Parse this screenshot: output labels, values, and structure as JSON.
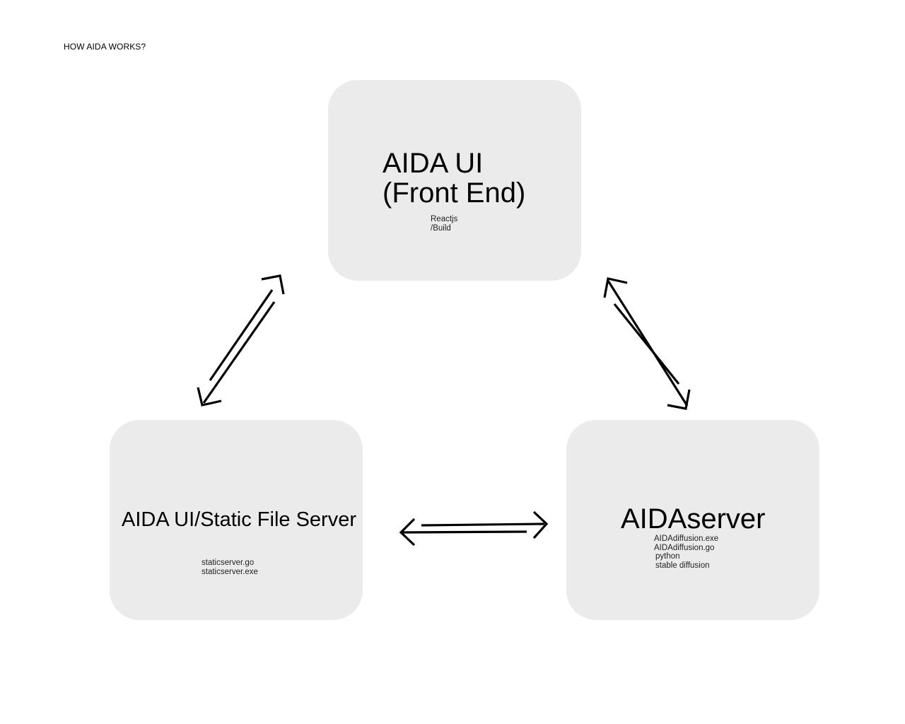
{
  "page": {
    "title": "HOW AIDA WORKS?"
  },
  "nodes": {
    "frontend": {
      "title_lines": [
        "AIDA UI",
        "(Front End)"
      ],
      "details": [
        "Reactjs",
        "/Build"
      ]
    },
    "static_server": {
      "title_lines": [
        "AIDA UI/Static File Server"
      ],
      "details": [
        "staticserver.go",
        "staticserver.exe"
      ]
    },
    "aida_server": {
      "title_lines": [
        "AIDAserver"
      ],
      "details": [
        "AIDAdiffusion.exe",
        "AIDAdiffusion.go",
        "python",
        "stable diffusion"
      ]
    }
  },
  "connections": [
    {
      "from": "static_server",
      "to": "frontend",
      "direction": "bidirectional"
    },
    {
      "from": "frontend",
      "to": "aida_server",
      "direction": "bidirectional"
    },
    {
      "from": "static_server",
      "to": "aida_server",
      "direction": "bidirectional"
    }
  ],
  "colors": {
    "node_fill": "#ebebeb",
    "arrow": "#000000",
    "background": "#ffffff"
  }
}
